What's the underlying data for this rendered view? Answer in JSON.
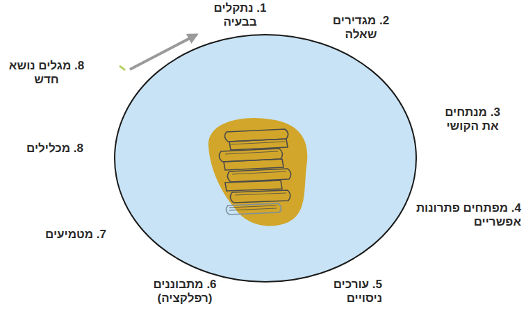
{
  "diagram": {
    "labels": [
      "1. נתקלים בבעיה",
      "2. מגדירים שאלה",
      "3. מנתחים את הקושי",
      "4. מפתחים פתרונות אפשריים",
      "5. עורכים ניסויים",
      "6. מתבוננים (רפלקציה)",
      "7. מטמיעים",
      "8. מכלילים",
      "8. מגלים נושא חדש"
    ]
  }
}
